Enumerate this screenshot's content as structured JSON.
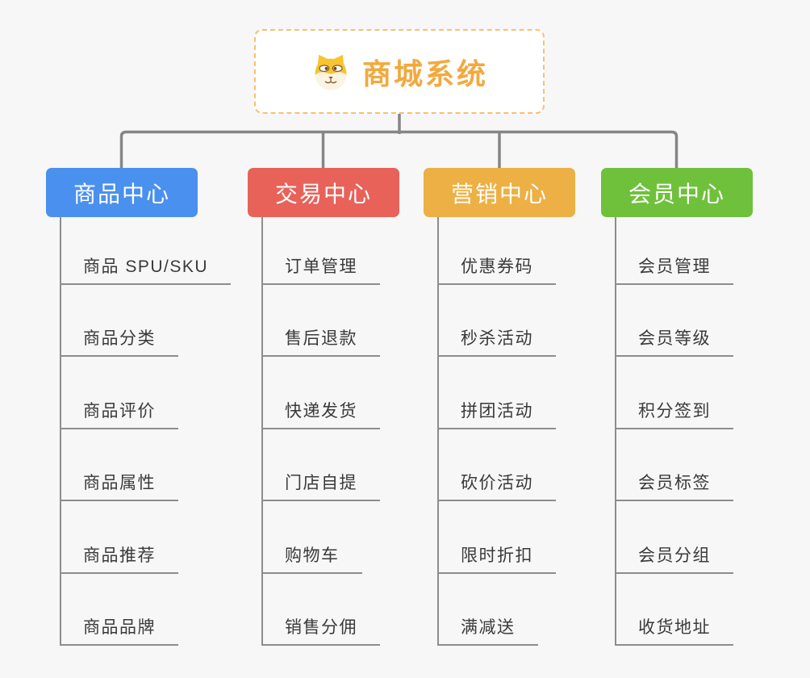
{
  "background": "#f7f7f7",
  "connector_color": "#868686",
  "root": {
    "label": "商城系统",
    "icon": "shiba-dog-icon",
    "text_color": "#f2a93e",
    "border_color": "#f5c173"
  },
  "branches": [
    {
      "label": "商品中心",
      "color": "#4a90ee",
      "children": [
        "商品 SPU/SKU",
        "商品分类",
        "商品评价",
        "商品属性",
        "商品推荐",
        "商品品牌"
      ]
    },
    {
      "label": "交易中心",
      "color": "#e8625a",
      "children": [
        "订单管理",
        "售后退款",
        "快递发货",
        "门店自提",
        "购物车",
        "销售分佣"
      ]
    },
    {
      "label": "营销中心",
      "color": "#edb044",
      "children": [
        "优惠券码",
        "秒杀活动",
        "拼团活动",
        "砍价活动",
        "限时折扣",
        "满减送"
      ]
    },
    {
      "label": "会员中心",
      "color": "#6fc13c",
      "children": [
        "会员管理",
        "会员等级",
        "积分签到",
        "会员标签",
        "会员分组",
        "收货地址"
      ]
    }
  ]
}
